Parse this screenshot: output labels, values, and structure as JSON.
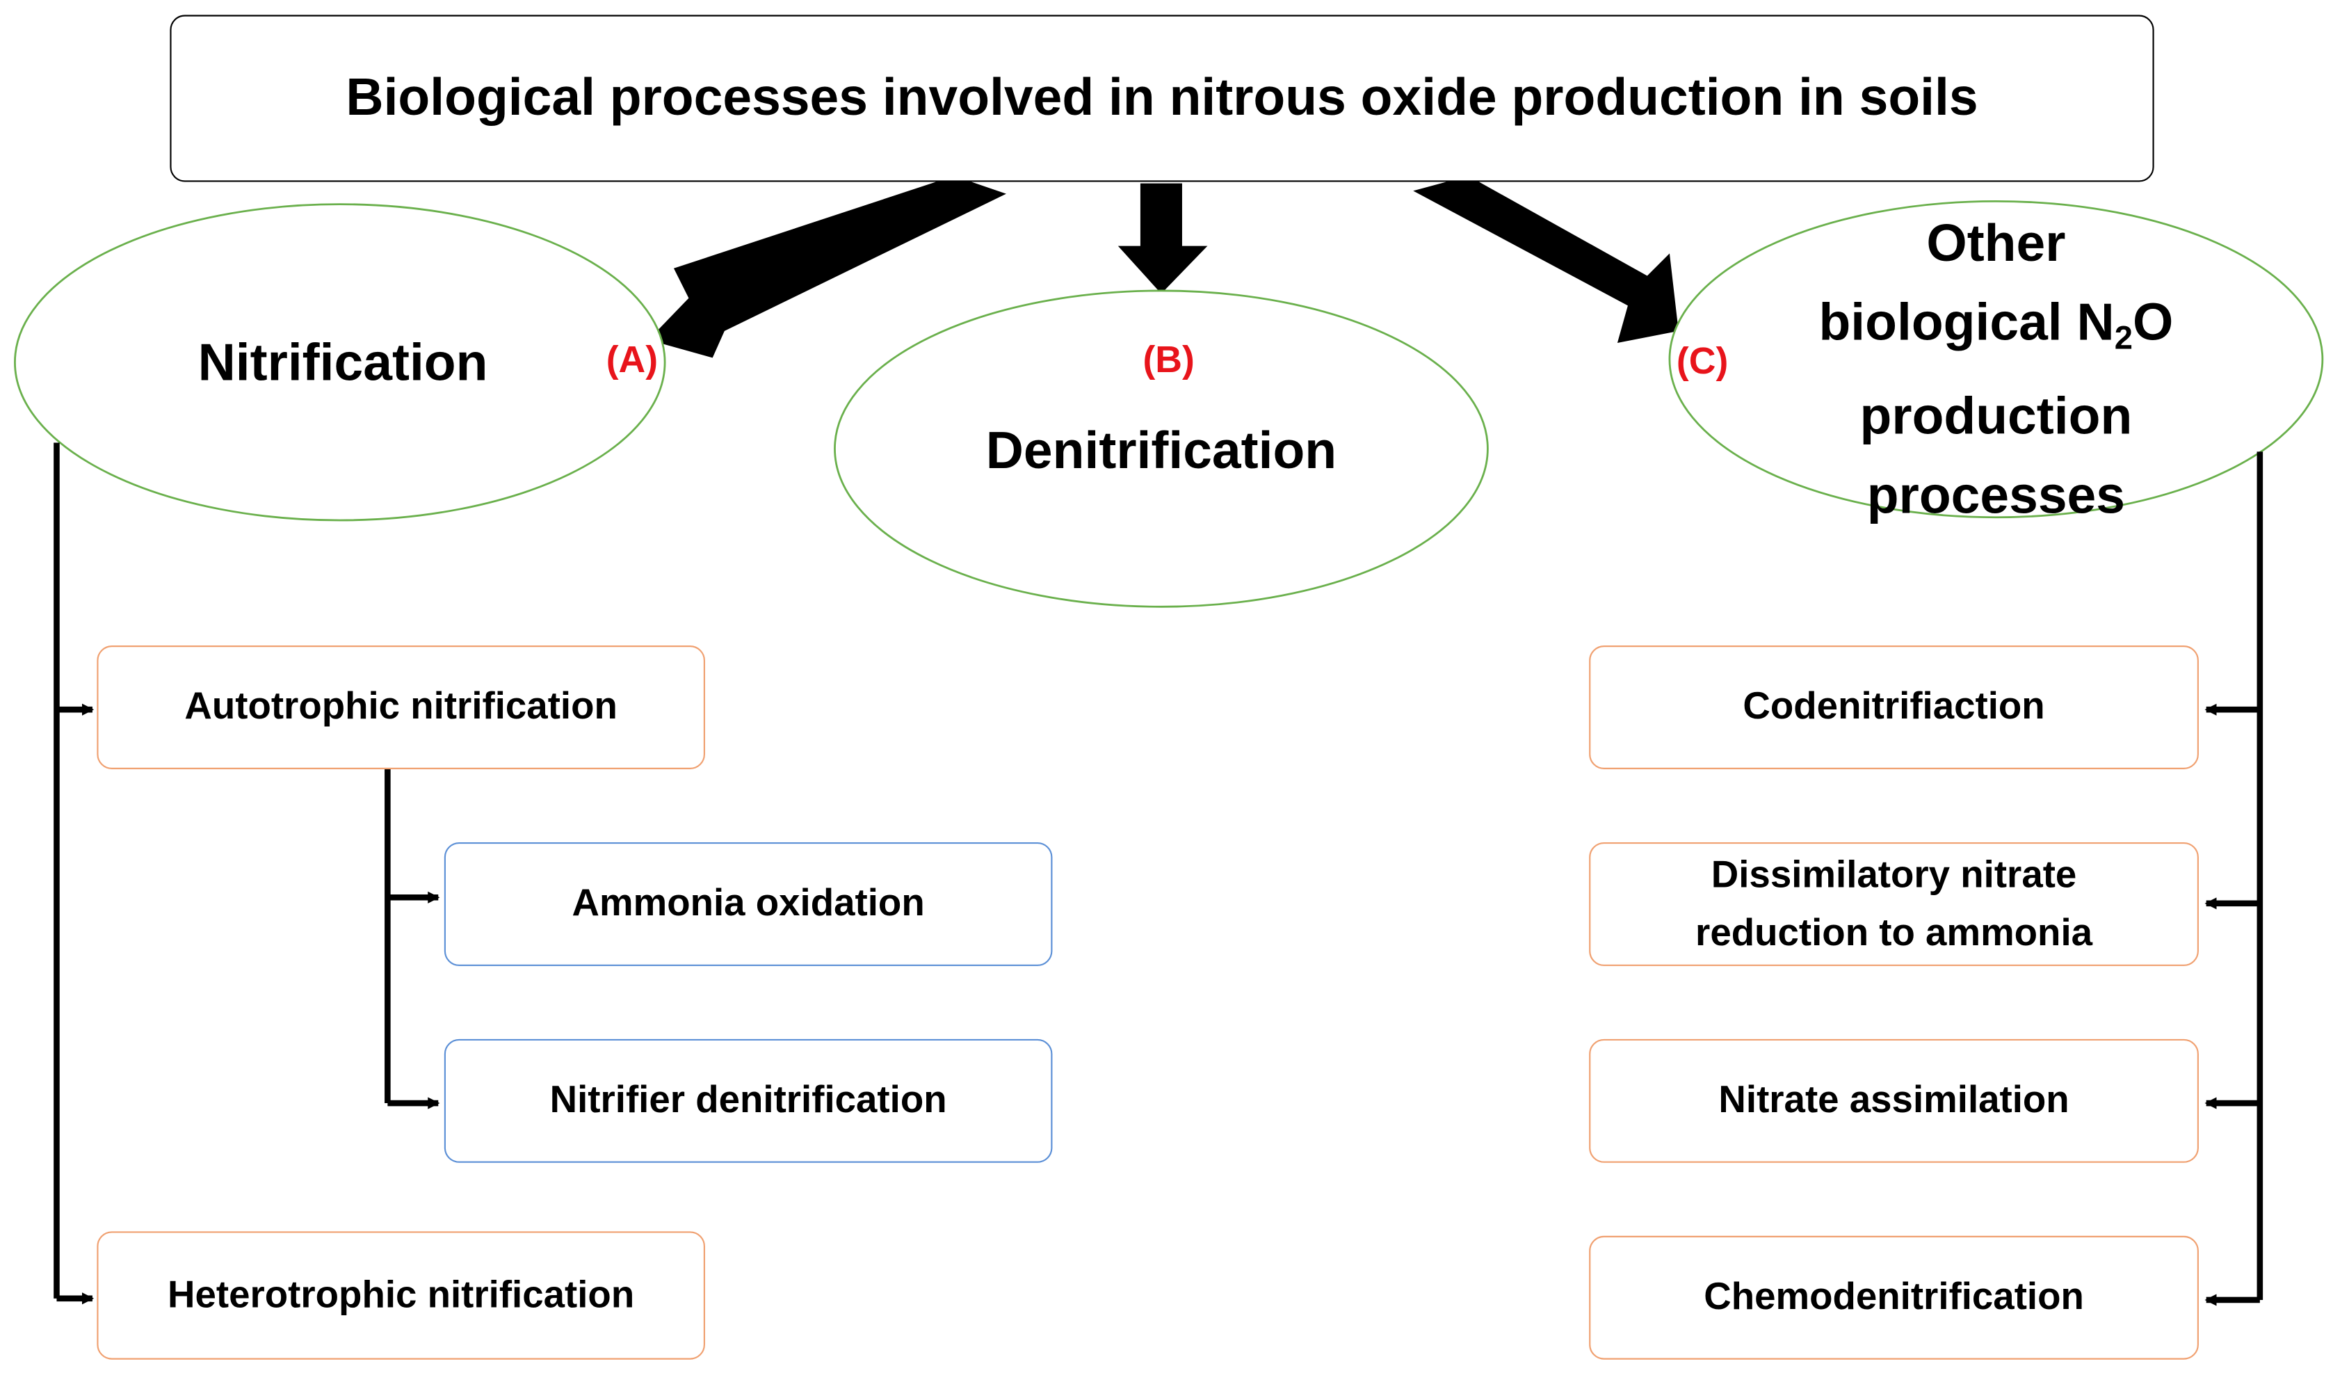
{
  "title": "Biological processes involved in nitrous oxide production in soils",
  "processes": {
    "nitrification": {
      "label": "Nitrification",
      "tag": "(A)"
    },
    "denitrification": {
      "label": "Denitrification",
      "tag": "(B)"
    },
    "other": {
      "label_line1": "Other",
      "label_line2_prefix": "biological N",
      "label_line2_subscript": "2",
      "label_line2_suffix": "O",
      "label_line3": "production",
      "label_line4": "processes",
      "tag": "(C)"
    }
  },
  "nitrification_branch": {
    "autotrophic": "Autotrophic nitrification",
    "ammonia_oxidation": "Ammonia oxidation",
    "nitrifier_denitrification": "Nitrifier denitrification",
    "heterotrophic": "Heterotrophic nitrification"
  },
  "other_branch": {
    "codenitrification": "Codenitrifiaction",
    "dnra_line1": "Dissimilatory nitrate",
    "dnra_line2": "reduction to ammonia",
    "nitrate_assimilation": "Nitrate assimilation",
    "chemodenitrification": "Chemodenitrification"
  },
  "colors": {
    "ellipse_stroke": "#6ab04c",
    "orange_border": "#f0a070",
    "blue_border": "#5b8fd6",
    "tag_red": "#e8141b"
  }
}
